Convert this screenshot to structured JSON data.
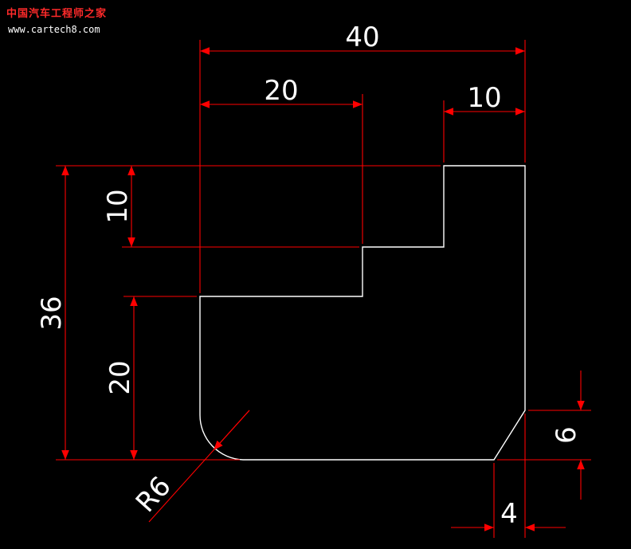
{
  "watermark": {
    "site_name": "中国汽车工程师之家",
    "url": "www.cartech8.com"
  },
  "colors": {
    "background": "#000000",
    "outline": "#ffffff",
    "dimension": "#ff0000",
    "dimension_text": "#ffffff"
  },
  "dimensions": {
    "overall_width": "40",
    "step_width": "20",
    "top_tab_width": "10",
    "overall_height": "36",
    "step_height": "10",
    "left_height": "20",
    "fillet_radius": "R6",
    "chamfer_height": "6",
    "chamfer_width": "4"
  }
}
